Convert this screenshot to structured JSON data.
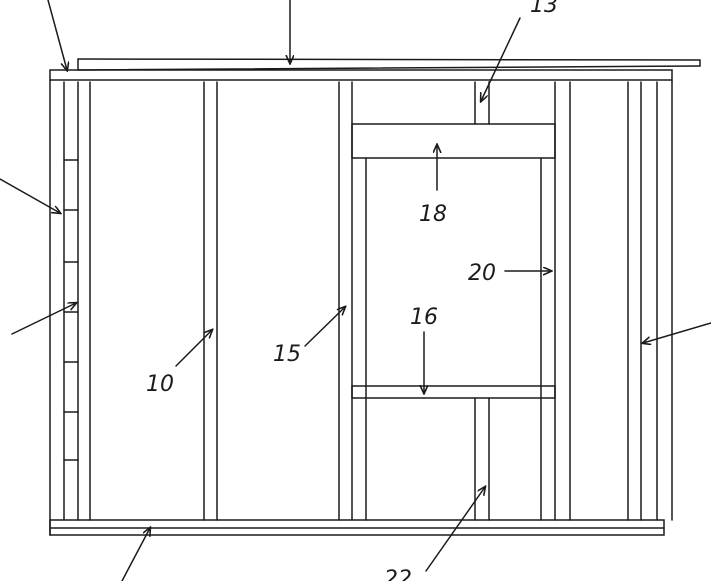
{
  "figure": {
    "callouts": [
      {
        "id": "top-left",
        "label": ""
      },
      {
        "id": "top-plate",
        "label": ""
      },
      {
        "id": "header-stud",
        "label": "13"
      },
      {
        "id": "left-blocking",
        "label": ""
      },
      {
        "id": "left-stud-arrow",
        "label": ""
      },
      {
        "id": "stud",
        "label": "10"
      },
      {
        "id": "king-stud",
        "label": "15"
      },
      {
        "id": "header",
        "label": "18"
      },
      {
        "id": "jack-stud",
        "label": "20"
      },
      {
        "id": "sill",
        "label": "16"
      },
      {
        "id": "right-panel",
        "label": ""
      },
      {
        "id": "bottom-plate",
        "label": ""
      },
      {
        "id": "cripple",
        "label": "22"
      }
    ]
  }
}
